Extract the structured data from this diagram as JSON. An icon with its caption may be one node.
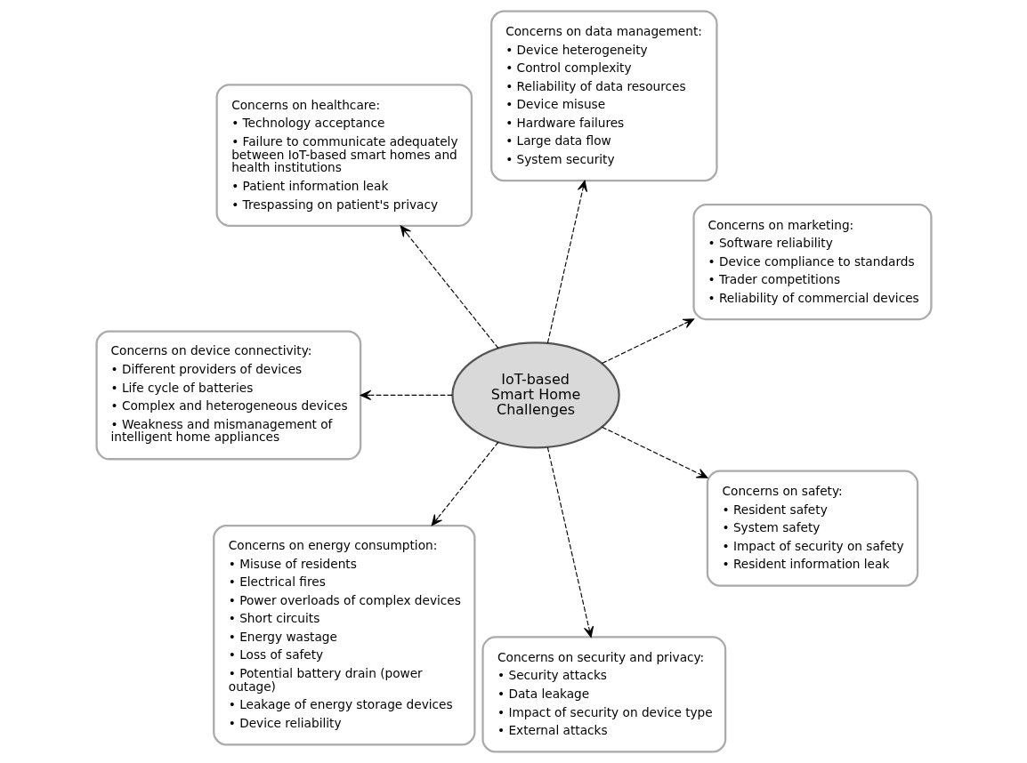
{
  "diagram": {
    "nodes": [
      {
        "text": [
          "IoT-based Smart Home Challenges"
        ]
      },
      {
        "text": [
          "Concerns on marketing:",
          "• Software reliability",
          "• Device compliance to standards",
          "• Trader competitions",
          "• Reliability of commercial devices"
        ]
      },
      {
        "text": [
          "Concerns on data management:",
          "• Device heterogeneity",
          "• Control complexity",
          "• Reliability of data resources",
          "• Device misuse",
          "• Hardware failures",
          "• Large data flow",
          "• System security"
        ]
      },
      {
        "text": [
          "Concerns on healthcare:",
          "• Technology acceptance",
          "• Failure to communicate adequately between IoT-based smart homes and health institutions",
          "• Patient information leak",
          "• Trespassing on patient's privacy"
        ]
      },
      {
        "text": [
          "Concerns on device connectivity:",
          "• Different providers of devices",
          "• Life cycle of batteries",
          "• Complex and heterogeneous devices",
          "• Weakness and mismanagement of intelligent home appliances"
        ]
      },
      {
        "text": [
          "Concerns on energy consumption:",
          "• Misuse of residents",
          "• Electrical fires",
          "• Power overloads of complex devices",
          "• Short circuits",
          "• Energy wastage",
          "• Loss of safety",
          "• Potential battery drain (power outage)",
          "• Leakage of energy storage devices",
          "• Device reliability"
        ]
      },
      {
        "text": [
          "Concerns on security and privacy:",
          "• Security attacks",
          "• Data leakage",
          "• Impact of security on device type",
          "• External attacks"
        ]
      },
      {
        "text": [
          "Concerns on safety:",
          "• Resident safety",
          "• System safety",
          "• Impact of security on safety",
          "• Resident information leak"
        ]
      }
    ],
    "edges": [
      {
        "from": 0,
        "to": 1,
        "arrow": "to",
        "style": "dashed"
      },
      {
        "from": 0,
        "to": 2,
        "arrow": "to",
        "style": "dashed"
      },
      {
        "from": 0,
        "to": 3,
        "arrow": "to",
        "style": "dashed"
      },
      {
        "from": 0,
        "to": 4,
        "arrow": "to",
        "style": "dashed"
      },
      {
        "from": 0,
        "to": 5,
        "arrow": "to",
        "style": "dashed"
      },
      {
        "from": 0,
        "to": 6,
        "arrow": "to",
        "style": "dashed"
      },
      {
        "from": 0,
        "to": 7,
        "arrow": "to",
        "style": "dashed"
      }
    ]
  }
}
